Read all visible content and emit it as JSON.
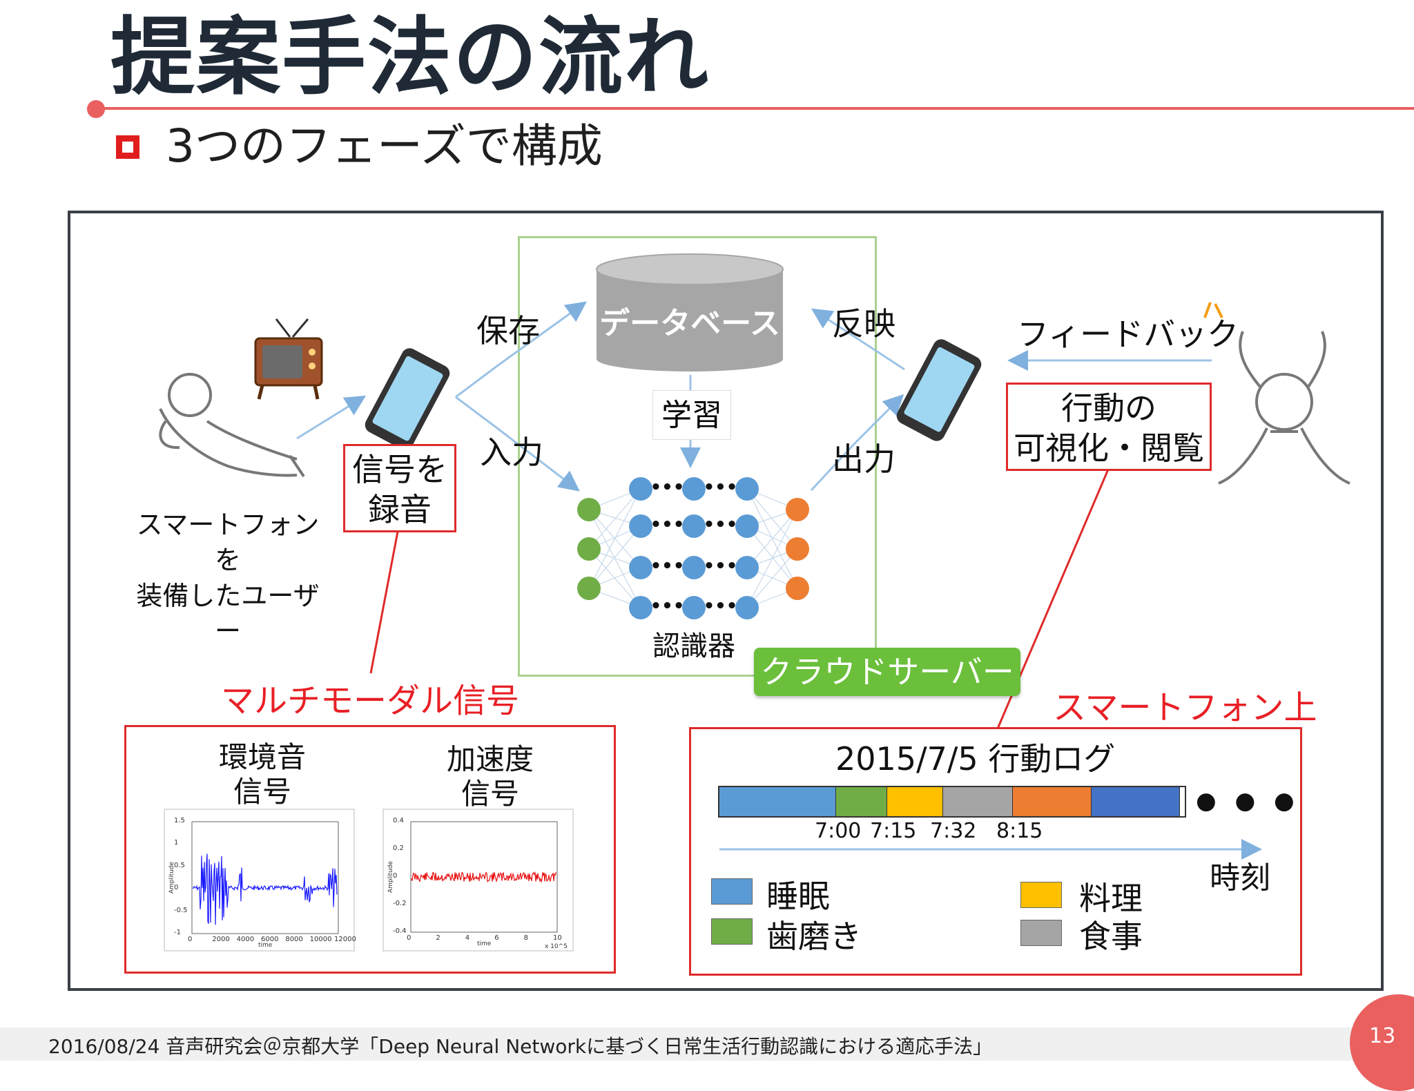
{
  "slide": {
    "title": "提案手法の流れ",
    "subtitle": "3つのフェーズで構成"
  },
  "diagram": {
    "user_label_line1": "スマートフォンを",
    "user_label_line2": "装備したユーザー",
    "record_line1": "信号を",
    "record_line2": "録音",
    "save": "保存",
    "input": "入力",
    "database": "データベース",
    "learn": "学習",
    "recognizer": "認識器",
    "reflect": "反映",
    "output": "出力",
    "feedback": "フィードバック",
    "view_line1": "行動の",
    "view_line2": "可視化・閲覧",
    "cloud_server": "クラウドサーバー",
    "multimodal": "マルチモーダル信号",
    "on_phone": "スマートフォン上"
  },
  "signals": {
    "env_line1": "環境音",
    "env_line2": "信号",
    "acc_line1": "加速度",
    "acc_line2": "信号",
    "env_plot": {
      "ylabel": "Amplitude",
      "xlabel": "time",
      "yticks": [
        "1.5",
        "1",
        "0.5",
        "0",
        "-0.5",
        "-1"
      ],
      "xticks": [
        "0",
        "2000",
        "4000",
        "6000",
        "8000",
        "10000",
        "12000"
      ],
      "color": "#1a1aff"
    },
    "acc_plot": {
      "ylabel": "Amplitude",
      "xlabel": "time",
      "yticks": [
        "0.4",
        "0.2",
        "0",
        "-0.2",
        "-0.4"
      ],
      "xticks": [
        "0",
        "2",
        "4",
        "6",
        "8",
        "10"
      ],
      "xscale": "x 10^5",
      "color": "#e81010"
    }
  },
  "log": {
    "title": "2015/7/5 行動ログ",
    "ellipsis": "● ● ●",
    "time_label": "時刻",
    "ticks": [
      "7:00",
      "7:15",
      "7:32",
      "8:15"
    ],
    "segments": [
      {
        "activity": "睡眠",
        "color": "#5b9bd5",
        "share": 0.25
      },
      {
        "activity": "歯磨き",
        "color": "#70ad47",
        "share": 0.11
      },
      {
        "activity": "料理",
        "color": "#ffc000",
        "share": 0.12
      },
      {
        "activity": "食事",
        "color": "#a5a5a5",
        "share": 0.15
      },
      {
        "activity": "",
        "color": "#ed7d31",
        "share": 0.17
      },
      {
        "activity": "",
        "color": "#4472c4",
        "share": 0.19
      }
    ],
    "legend": [
      {
        "label": "睡眠",
        "color": "#5b9bd5"
      },
      {
        "label": "歯磨き",
        "color": "#70ad47"
      },
      {
        "label": "料理",
        "color": "#ffc000"
      },
      {
        "label": "食事",
        "color": "#a5a5a5"
      }
    ]
  },
  "footer": {
    "text": "2016/08/24 音声研究会＠京都大学「Deep Neural Networkに基づく日常生活行動認識における適応手法」",
    "page": "13"
  },
  "colors": {
    "accent": "#e9605f",
    "red": "#e02a2a",
    "cloud_border": "#a9d18e",
    "arrow": "#9cc3e6"
  }
}
